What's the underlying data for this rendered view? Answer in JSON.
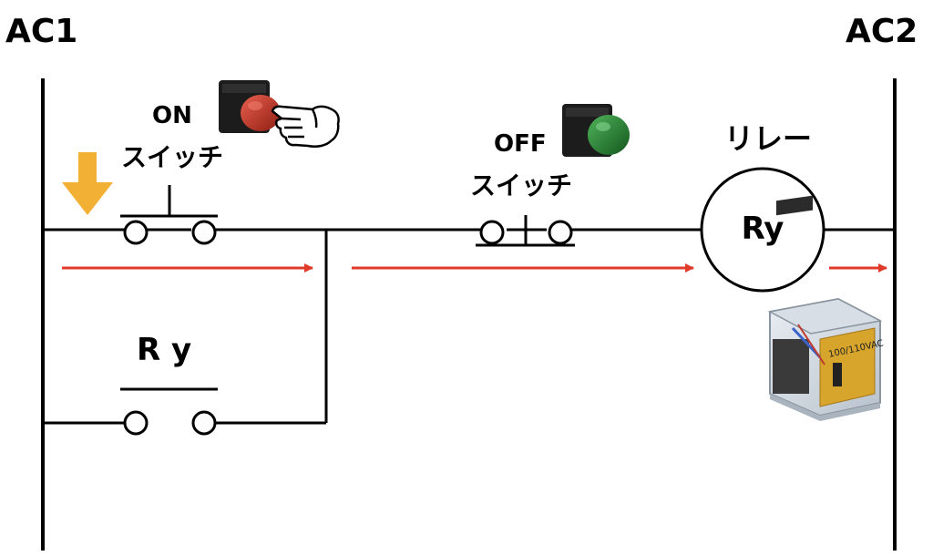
{
  "rails": {
    "left_label": "AC1",
    "right_label": "AC2"
  },
  "on_switch": {
    "state_label": "ON",
    "name_label": "スイッチ",
    "button_color": "#c0392b"
  },
  "off_switch": {
    "state_label": "OFF",
    "name_label": "スイッチ",
    "button_color": "#2e8b3a"
  },
  "relay": {
    "title": "リレー",
    "coil_label": "Ry",
    "case_print": "100/110VAC"
  },
  "self_hold_contact": {
    "label": "R y"
  },
  "colors": {
    "wire": "#000000",
    "current_arrow": "#e03a2a",
    "press_arrow": "#f2b134"
  },
  "icons": {
    "press_indicator": "down-arrow-icon",
    "finger": "pointing-hand-icon"
  }
}
